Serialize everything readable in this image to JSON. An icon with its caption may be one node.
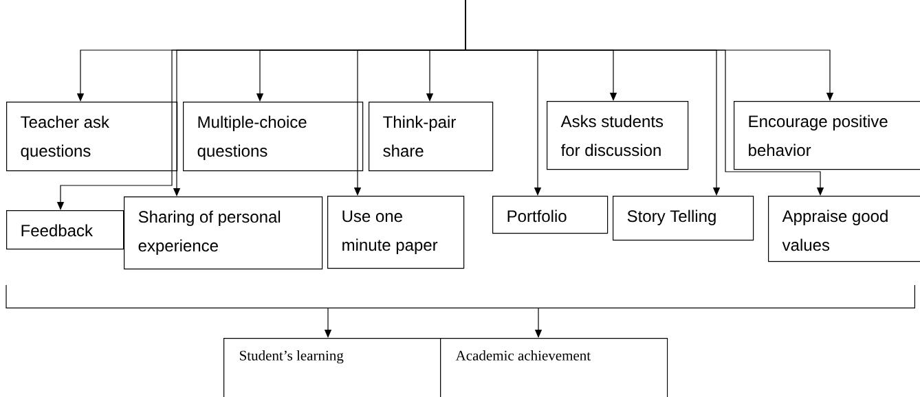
{
  "diagram": {
    "nodes": [
      {
        "text": [
          "Teacher ask questions"
        ]
      },
      {
        "text": [
          "Multiple-choice questions"
        ]
      },
      {
        "text": [
          "Think-pair share"
        ]
      },
      {
        "text": [
          "Asks students for discussion"
        ]
      },
      {
        "text": [
          "Encourage positive behavior"
        ]
      },
      {
        "text": [
          "Feedback"
        ]
      },
      {
        "text": [
          "Sharing of personal experience"
        ]
      },
      {
        "text": [
          "Use one minute paper"
        ]
      },
      {
        "text": [
          "Portfolio"
        ]
      },
      {
        "text": [
          "Story Telling"
        ]
      },
      {
        "text": [
          "Appraise good values"
        ]
      },
      {
        "text": [],
        "shape": "bracket"
      },
      {
        "text": [
          "Student’s learning"
        ]
      },
      {
        "text": [
          "Academic achievement"
        ]
      }
    ],
    "edges": [
      {
        "from": null,
        "to": 0,
        "arrow": "to"
      },
      {
        "from": null,
        "to": 1,
        "arrow": "to"
      },
      {
        "from": null,
        "to": 2,
        "arrow": "to"
      },
      {
        "from": null,
        "to": 3,
        "arrow": "to"
      },
      {
        "from": null,
        "to": 4,
        "arrow": "to"
      },
      {
        "from": null,
        "to": 5,
        "arrow": "to"
      },
      {
        "from": null,
        "to": 6,
        "arrow": "to"
      },
      {
        "from": null,
        "to": 7,
        "arrow": "to"
      },
      {
        "from": null,
        "to": 8,
        "arrow": "to"
      },
      {
        "from": null,
        "to": 9,
        "arrow": "to"
      },
      {
        "from": null,
        "to": 10,
        "arrow": "to"
      },
      {
        "from": 11,
        "to": 12,
        "arrow": "to"
      },
      {
        "from": 11,
        "to": 13,
        "arrow": "to"
      }
    ]
  }
}
